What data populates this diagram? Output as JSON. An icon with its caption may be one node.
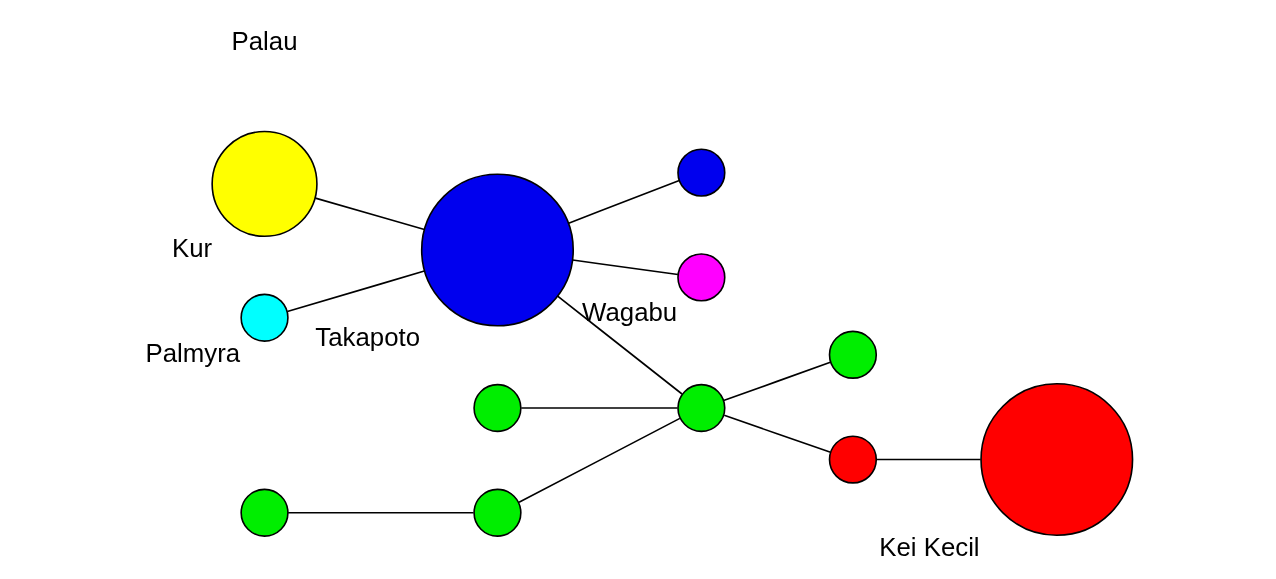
{
  "diagram": {
    "nodes": [
      {
        "text": [],
        "shape": "circle",
        "beside": [
          "Kur"
        ]
      },
      {
        "text": [],
        "shape": "circle",
        "beside": [
          "Takapoto"
        ]
      },
      {
        "text": [],
        "shape": "circle"
      },
      {
        "text": [],
        "shape": "circle",
        "beside": [
          "Palmyra"
        ]
      },
      {
        "text": [],
        "shape": "circle",
        "beside": [
          "Wagabu"
        ]
      },
      {
        "text": [],
        "shape": "circle"
      },
      {
        "text": [],
        "shape": "circle"
      },
      {
        "text": [],
        "shape": "circle"
      },
      {
        "text": [],
        "shape": "circle"
      },
      {
        "text": [],
        "shape": "circle"
      },
      {
        "text": [],
        "shape": "circle"
      },
      {
        "text": [],
        "shape": "circle",
        "beside": [
          "Kei Kecil"
        ]
      }
    ],
    "edges": [
      {
        "from": 0,
        "to": 1,
        "arrow": "none"
      },
      {
        "from": 1,
        "to": 2,
        "arrow": "none"
      },
      {
        "from": 3,
        "to": 1,
        "arrow": "none"
      },
      {
        "from": 1,
        "to": 4,
        "arrow": "none"
      },
      {
        "from": 1,
        "to": 6,
        "arrow": "none"
      },
      {
        "from": 5,
        "to": 6,
        "arrow": "none"
      },
      {
        "from": 7,
        "to": 6,
        "arrow": "none"
      },
      {
        "from": 8,
        "to": 7,
        "arrow": "none"
      },
      {
        "from": 6,
        "to": 9,
        "arrow": "none"
      },
      {
        "from": 6,
        "to": 10,
        "arrow": "none"
      },
      {
        "from": 10,
        "to": 11,
        "arrow": "none"
      }
    ],
    "labels": [
      "Palau"
    ]
  }
}
